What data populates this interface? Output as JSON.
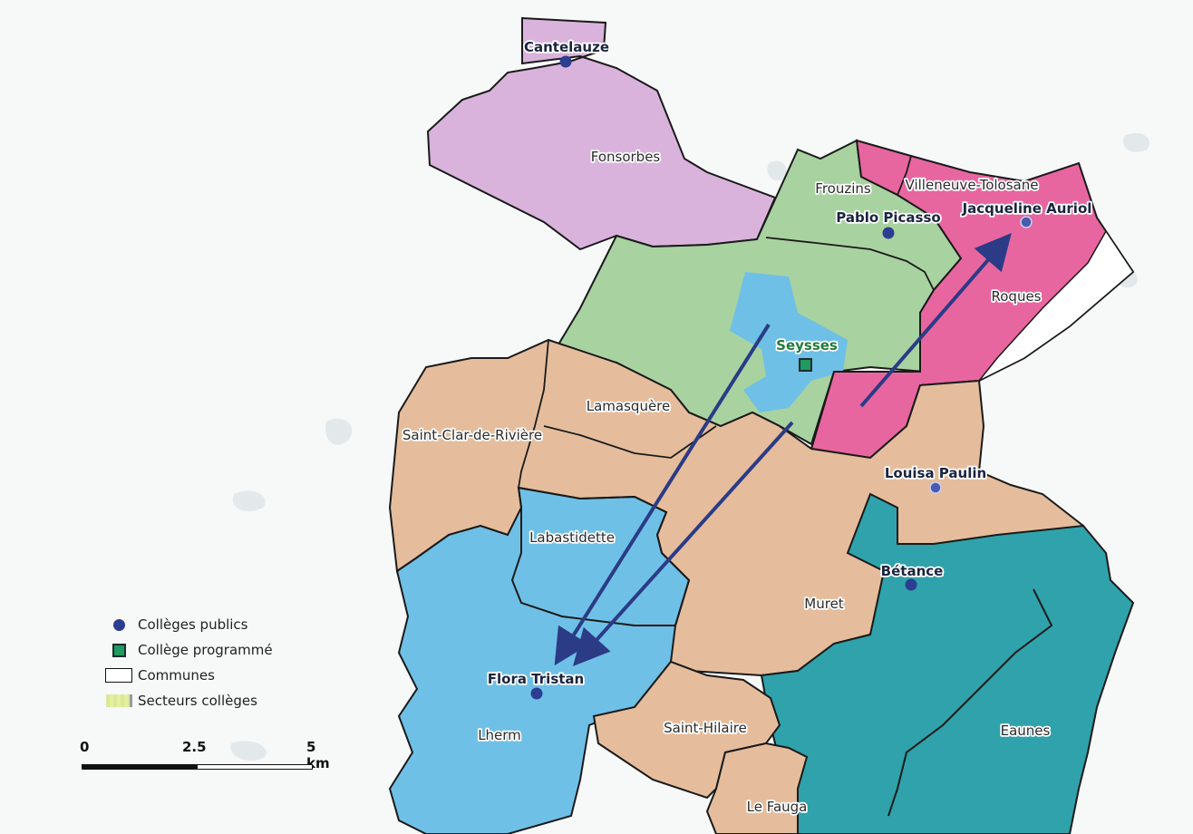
{
  "map": {
    "communes": [
      {
        "name": "Fonsorbes"
      },
      {
        "name": "Frouzins"
      },
      {
        "name": "Villeneuve-Tolosane"
      },
      {
        "name": "Roques"
      },
      {
        "name": "Seysses"
      },
      {
        "name": "Lamasquère"
      },
      {
        "name": "Saint-Clar-de-Rivière"
      },
      {
        "name": "Labastidette"
      },
      {
        "name": "Muret"
      },
      {
        "name": "Lherm"
      },
      {
        "name": "Saint-Hilaire"
      },
      {
        "name": "Le Fauga"
      },
      {
        "name": "Eaunes"
      }
    ],
    "colleges": [
      {
        "name": "Cantelauze",
        "type": "public"
      },
      {
        "name": "Pablo Picasso",
        "type": "public"
      },
      {
        "name": "Jacqueline Auriol",
        "type": "public"
      },
      {
        "name": "Louisa Paulin",
        "type": "public"
      },
      {
        "name": "Bétance",
        "type": "public"
      },
      {
        "name": "Flora Tristan",
        "type": "public"
      },
      {
        "name": "Seysses",
        "type": "programmé"
      }
    ],
    "sector_colors": {
      "fonsorbes_sector": "#d9b3dc",
      "picasso_sector": "#a8d2a0",
      "auriol_sector": "#e8669f",
      "tristan_sector": "#6fc0e6",
      "paulin_sector": "#e5bd9c",
      "betance_sector": "#2fa2ab",
      "arrow": "#2b3b86",
      "school_dot": "#2c3e91",
      "planned_square": "#1f9a60"
    }
  },
  "legend": {
    "items": [
      {
        "label": "Collèges publics",
        "icon": "blue-dot-icon"
      },
      {
        "label": "Collège programmé",
        "icon": "green-square-icon"
      },
      {
        "label": "Communes",
        "icon": "outline-box-icon"
      },
      {
        "label": "Secteurs collèges",
        "icon": "fill-swatch-icon"
      }
    ]
  },
  "scale": {
    "labels": [
      "0",
      "2.5",
      "5 km"
    ]
  }
}
